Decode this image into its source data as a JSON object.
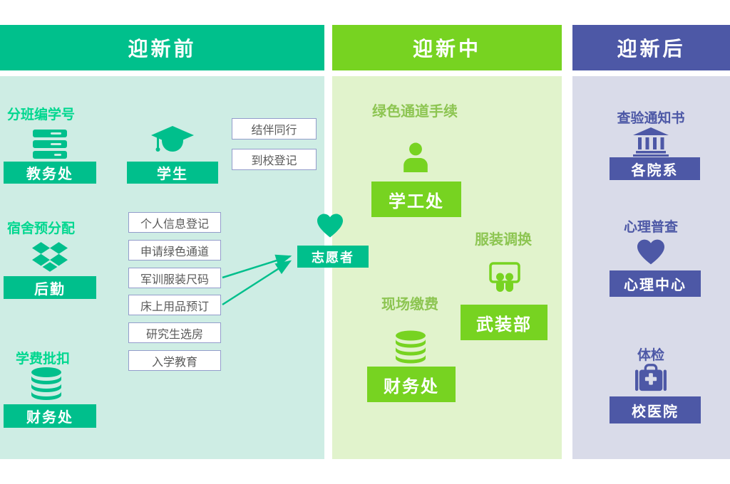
{
  "columns": [
    {
      "title": "迎新前",
      "colors": {
        "header": "#00C08C",
        "body": "#CEEDE4",
        "label": "#00D78F",
        "accent": "#00BF8C"
      },
      "groups": [
        {
          "label": "分班编学号",
          "icon": "server-icon",
          "button": "教务处"
        },
        {
          "label": "",
          "icon": "graduation-cap-icon",
          "button": "学生"
        },
        {
          "label": "宿舍预分配",
          "icon": "dropbox-icon",
          "button": "后勤"
        },
        {
          "label": "学费批扣",
          "icon": "database-icon",
          "button": "财务处"
        }
      ],
      "tags": [
        "结伴同行",
        "到校登记"
      ],
      "tasks": [
        "个人信息登记",
        "申请绿色通道",
        "军训服装尺码",
        "床上用品预订",
        "研究生选房",
        "入学教育"
      ]
    },
    {
      "title": "迎新中",
      "colors": {
        "header": "#77D321",
        "body": "#E1F3CC",
        "label": "#8DC552",
        "accent": "#77D321"
      },
      "groups": [
        {
          "label": "绿色通道手续",
          "icon": "person-icon",
          "button": "学工处"
        },
        {
          "label": "服装调换",
          "icon": "slideshare-icon",
          "button": "武装部"
        },
        {
          "label": "现场缴费",
          "icon": "database-icon",
          "button": "财务处"
        }
      ]
    },
    {
      "title": "迎新后",
      "colors": {
        "header": "#4D58A6",
        "body": "#D9DBE9",
        "label": "#4D58A6",
        "accent": "#4D58A6"
      },
      "groups": [
        {
          "label": "查验通知书",
          "icon": "bank-icon",
          "button": "各院系"
        },
        {
          "label": "心理普查",
          "icon": "heart-icon",
          "button": "心理中心"
        },
        {
          "label": "体检",
          "icon": "medkit-icon",
          "button": "校医院"
        }
      ]
    }
  ],
  "connector": {
    "label": "志愿者",
    "icon": "heart-icon",
    "color": "#00BF8C"
  }
}
